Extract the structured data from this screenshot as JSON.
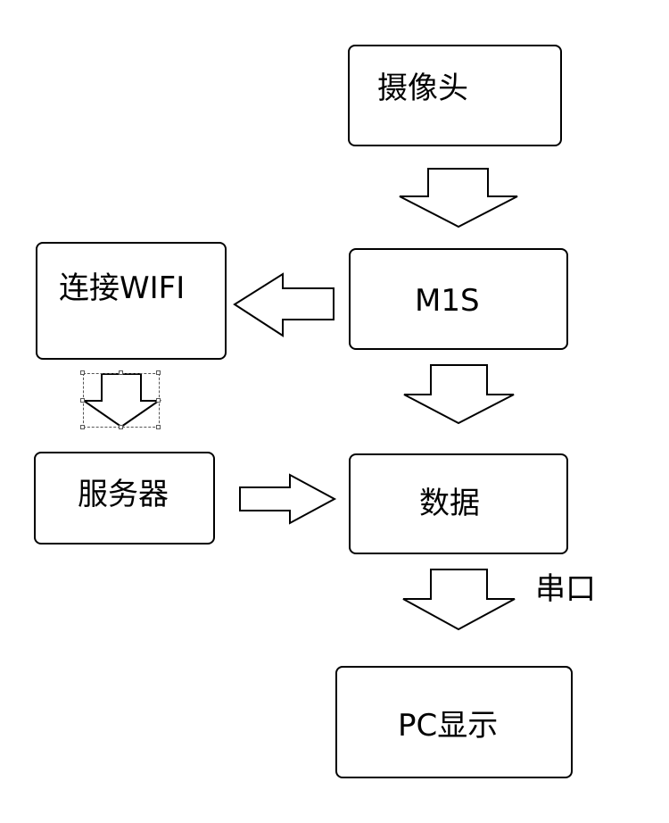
{
  "diagram": {
    "nodes": {
      "camera": "摄像头",
      "m1s": "M1S",
      "wifi": "连接WIFI",
      "server": "服务器",
      "data": "数据",
      "pc_display": "PC显示"
    },
    "edge_labels": {
      "serial_port": "串口"
    },
    "colors": {
      "stroke": "#000000",
      "fill": "#ffffff",
      "selection": "#555555"
    }
  }
}
